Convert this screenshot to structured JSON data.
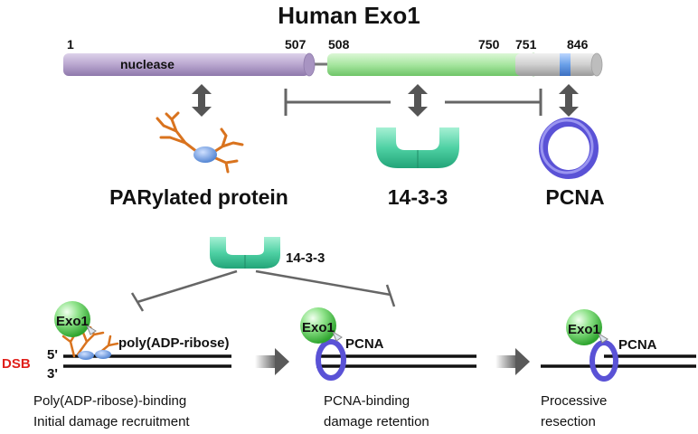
{
  "title": "Human Exo1",
  "domains": {
    "nuclease": {
      "label": "nuclease",
      "start": "1",
      "end": "507"
    },
    "middle": {
      "start": "508",
      "end": "750"
    },
    "cterm": {
      "start": "751",
      "end": "846"
    }
  },
  "partners": {
    "parylated": "PARylated protein",
    "fourteen33": "14-3-3",
    "pcna": "PCNA"
  },
  "bottom": {
    "inhibitor_label": "14-3-3",
    "dsb": "DSB",
    "end5": "5'",
    "end3": "3'",
    "exo1": "Exo1",
    "polyadp": "poly(ADP-ribose)",
    "pcna": "PCNA",
    "stage1_line1": "Poly(ADP-ribose)-binding",
    "stage1_line2": "Initial damage recruitment",
    "stage2_line1": "PCNA-binding",
    "stage2_line2": "damage retention",
    "stage3_line1": "Processive",
    "stage3_line2": "resection"
  },
  "colors": {
    "nuclease": "#b9a6cf",
    "middle": "#9fe29a",
    "cterm": "#c8c8c8",
    "pip_box": "#6aa0e8",
    "parp_orange": "#d9731e",
    "blue_node": "#6a9ee0",
    "fourteen33": "#4fd1a4",
    "pcna_ring": "#5a52d6",
    "exo1_ball": "#4cc94c",
    "dsb_red": "#e0201b",
    "inhibit": "#666666"
  }
}
